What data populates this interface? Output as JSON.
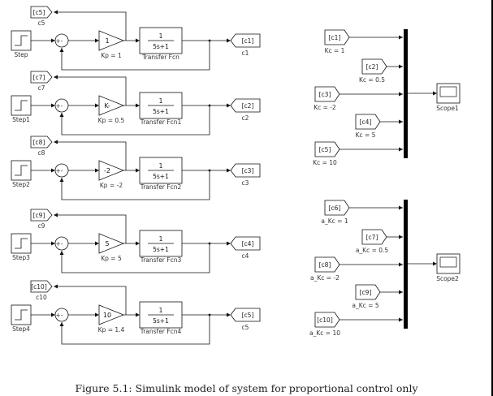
{
  "rows": [
    {
      "from_tag": "[c5]",
      "from_name": "c5",
      "step": "Step",
      "gain": "1",
      "gain_label": "Kp = 1",
      "tf": "Transfer Fcn",
      "goto_tag": "[c1]",
      "goto_name": "c1"
    },
    {
      "from_tag": "[c7]",
      "from_name": "c7",
      "step": "Step1",
      "gain": "K-",
      "gain_label": "Kp = 0.5",
      "tf": "Transfer Fcn1",
      "goto_tag": "[c2]",
      "goto_name": "c2"
    },
    {
      "from_tag": "[c8]",
      "from_name": "c8",
      "step": "Step2",
      "gain": "-2",
      "gain_label": "Kp = -2",
      "tf": "Transfer Fcn2",
      "goto_tag": "[c3]",
      "goto_name": "c3"
    },
    {
      "from_tag": "[c9]",
      "from_name": "c9",
      "step": "Step3",
      "gain": "5",
      "gain_label": "Kp = 5",
      "tf": "Transfer Fcn3",
      "goto_tag": "[c4]",
      "goto_name": "c4"
    },
    {
      "from_tag": "[c10]",
      "from_name": "c10",
      "step": "Step4",
      "gain": "10",
      "gain_label": "Kp = 1.4",
      "tf": "Transfer Fcn4",
      "goto_tag": "[c5]",
      "goto_name": "c5"
    }
  ],
  "tf_num": "1",
  "tf_den": "5s+1",
  "sum_signs": "+-",
  "mux_groups": [
    {
      "scope": "Scope1",
      "inputs": [
        {
          "tag": "[c1]",
          "name": "Kc = 1"
        },
        {
          "tag": "[c2]",
          "name": "Kc = 0.5"
        },
        {
          "tag": "[c3]",
          "name": "Kc = -2"
        },
        {
          "tag": "[c4]",
          "name": "Kc = 5"
        },
        {
          "tag": "[c5]",
          "name": "Kc = 10"
        }
      ]
    },
    {
      "scope": "Scope2",
      "inputs": [
        {
          "tag": "[c6]",
          "name": "a_Kc = 1"
        },
        {
          "tag": "[c7]",
          "name": "a_Kc = 0.5"
        },
        {
          "tag": "[c8]",
          "name": "a_Kc = -2"
        },
        {
          "tag": "[c9]",
          "name": "a_Kc = 5"
        },
        {
          "tag": "[c10]",
          "name": "a_Kc = 10"
        }
      ]
    }
  ],
  "caption": "Figure 5.1: Simulink model of system for proportional control only"
}
